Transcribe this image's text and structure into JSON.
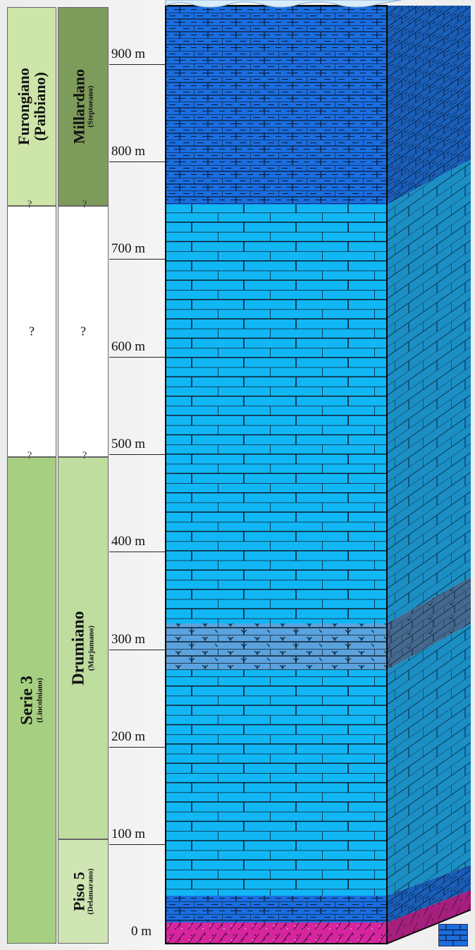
{
  "col1": [
    {
      "id": "furongiano",
      "name": "Furongiano",
      "sub": "(Paibiano)",
      "sub_bold": true,
      "color": "#cde5a8"
    },
    {
      "id": "unknown1",
      "name": "?",
      "sub": "",
      "color": "#ffffff"
    },
    {
      "id": "serie3",
      "name": "Serie 3",
      "sub": "(Lincolniano)",
      "color": "#a7cf81"
    }
  ],
  "col2": [
    {
      "id": "millardano",
      "name": "Millardano",
      "sub": "(Steptoeano)",
      "color": "#7d9b5a"
    },
    {
      "id": "unknown2",
      "name": "?",
      "sub": "",
      "color": "#ffffff"
    },
    {
      "id": "drumiano",
      "name": "Drumiano",
      "sub": "(Marjumano)",
      "color": "#bfdd9f"
    },
    {
      "id": "piso5",
      "name": "Piso 5",
      "sub": "(Delamarano)",
      "color": "#cfe6b4"
    }
  ],
  "boundary_marks": [
    "?",
    "?",
    "?",
    "?"
  ],
  "depth_ticks": [
    {
      "value": 0,
      "label": "0 m"
    },
    {
      "value": 100,
      "label": "100 m"
    },
    {
      "value": 200,
      "label": "200 m"
    },
    {
      "value": 300,
      "label": "300 m"
    },
    {
      "value": 400,
      "label": "400 m"
    },
    {
      "value": 500,
      "label": "500 m"
    },
    {
      "value": 600,
      "label": "600 m"
    },
    {
      "value": 700,
      "label": "700 m"
    },
    {
      "value": 800,
      "label": "800 m"
    },
    {
      "value": 900,
      "label": "900 m"
    }
  ],
  "lithology": [
    {
      "name": "sandstone-conglomerate",
      "color": "#d6259e",
      "pattern": "sand"
    },
    {
      "name": "shaly-limestone",
      "color": "#1a6ee0",
      "pattern": "shaly"
    },
    {
      "name": "limestone",
      "color": "#11b7f5",
      "pattern": "brick"
    },
    {
      "name": "dolomitic-limestone",
      "color": "#4b8ec9",
      "pattern": "dolo"
    },
    {
      "name": "limestone",
      "color": "#11b7f5",
      "pattern": "brick"
    },
    {
      "name": "shaly-limestone",
      "color": "#1a6ee0",
      "pattern": "shaly"
    }
  ],
  "colors": {
    "shaly": "#1a6ee0",
    "limestone": "#11b7f5",
    "dolomite": "#4b8ec9",
    "sand": "#d6259e"
  }
}
